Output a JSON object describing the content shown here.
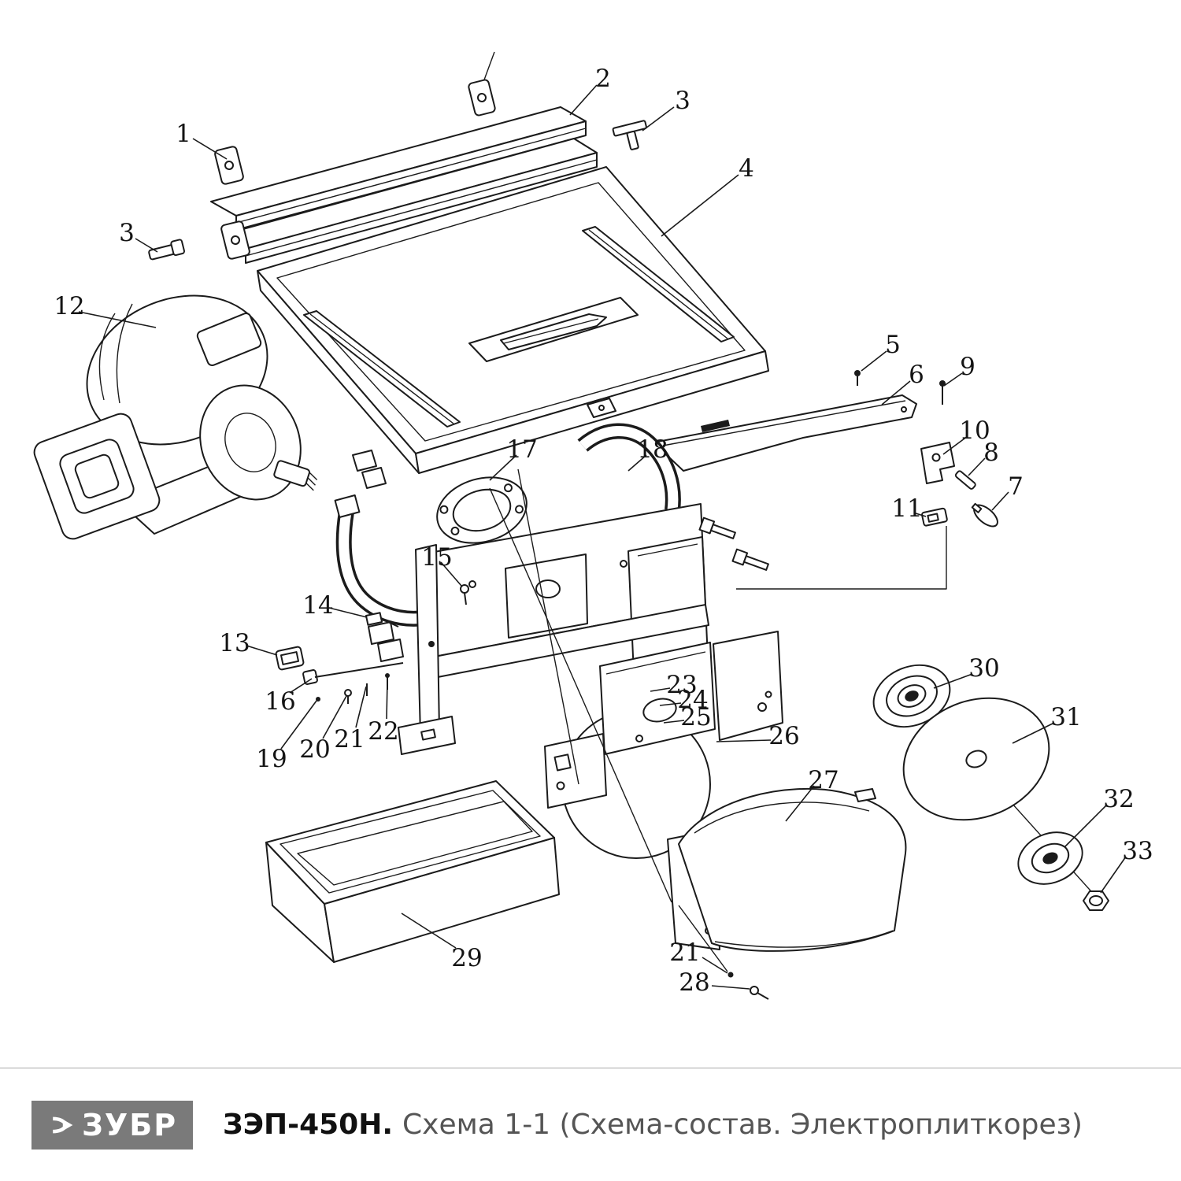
{
  "footer": {
    "brand": "ЗУБР",
    "logo_icon": "zubr-arrow-icon",
    "model": "ЗЭП-450Н.",
    "caption": "Схема 1-1 (Схема-состав. Электроплиткорез)"
  },
  "colors": {
    "logo_box_bg": "#7a7a7a",
    "drawing_line": "#1b1b1b",
    "caption_gray": "#555555"
  },
  "diagram": {
    "type": "exploded-parts-diagram",
    "labels": [
      "1",
      "2",
      "3",
      "3",
      "4",
      "5",
      "6",
      "9",
      "10",
      "8",
      "7",
      "11",
      "12",
      "17",
      "18",
      "15",
      "14",
      "13",
      "16",
      "19",
      "20",
      "21",
      "22",
      "23",
      "24",
      "25",
      "26",
      "27",
      "29",
      "30",
      "31",
      "32",
      "33",
      "21",
      "28"
    ]
  }
}
